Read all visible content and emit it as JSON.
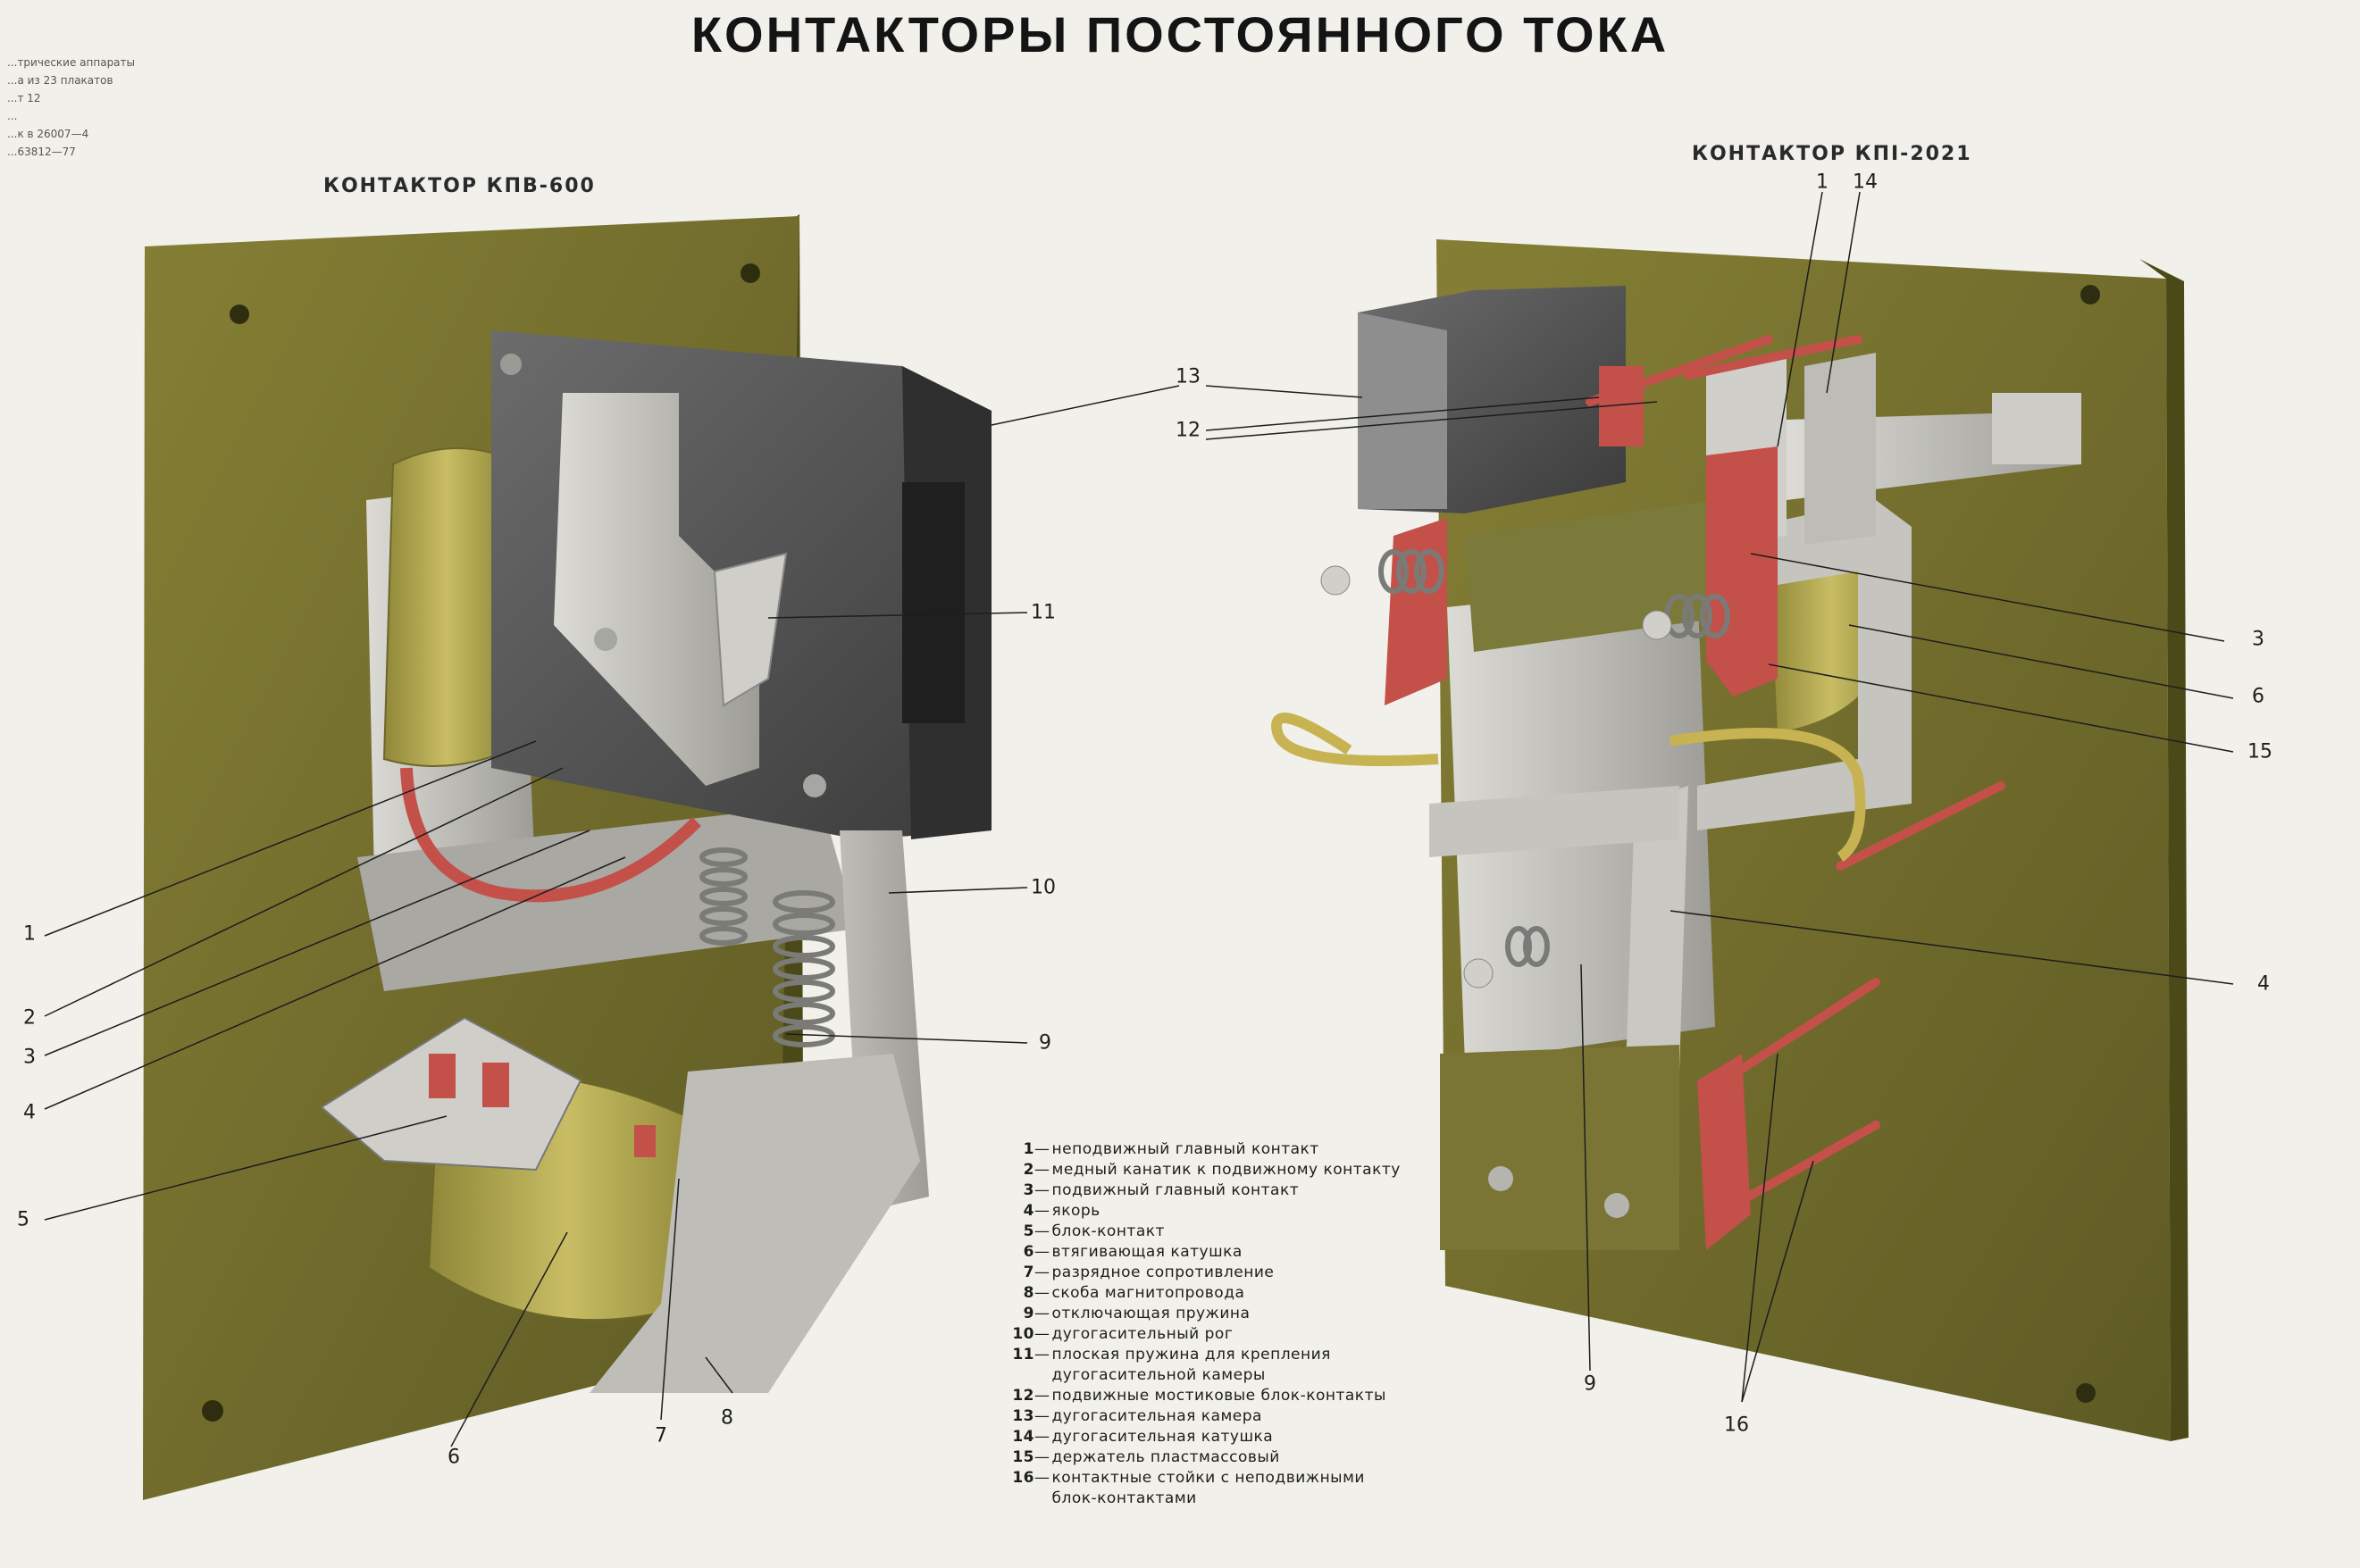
{
  "title": "КОНТАКТОРЫ ПОСТОЯННОГО ТОКА",
  "subtitles": {
    "left": "КОНТАКТОР КПВ-600",
    "right": "КОНТАКТОР КПІ-2021"
  },
  "corner_text": "...трические аппараты\n...а из 23 плакатов\n...т 12\n...\n...к в 26007—4\n...63812—77",
  "legend": [
    {
      "num": "1",
      "text": "неподвижный главный контакт"
    },
    {
      "num": "2",
      "text": "медный канатик к подвижному контакту"
    },
    {
      "num": "3",
      "text": "подвижный главный контакт"
    },
    {
      "num": "4",
      "text": "якорь"
    },
    {
      "num": "5",
      "text": "блок-контакт"
    },
    {
      "num": "6",
      "text": "втягивающая катушка"
    },
    {
      "num": "7",
      "text": "разрядное сопротивление"
    },
    {
      "num": "8",
      "text": "скоба магнитопровода"
    },
    {
      "num": "9",
      "text": "отключающая пружина"
    },
    {
      "num": "10",
      "text": "дугогасительный рог"
    },
    {
      "num": "11",
      "text": "плоская пружина для крепления дугогасительной камеры"
    },
    {
      "num": "12",
      "text": "подвижные мостиковые блок-контакты"
    },
    {
      "num": "13",
      "text": "дугогасительная камера"
    },
    {
      "num": "14",
      "text": "дугогасительная катушка"
    },
    {
      "num": "15",
      "text": "держатель пластмассовый"
    },
    {
      "num": "16",
      "text": "контактные стойки с неподвижными блок-контактами"
    }
  ],
  "callouts_left": {
    "c1": "1",
    "c2": "2",
    "c3": "3",
    "c4": "4",
    "c5": "5",
    "c6": "6",
    "c7": "7",
    "c8": "8",
    "c9": "9",
    "c10": "10",
    "c11": "11",
    "c12": "12",
    "c13": "13"
  },
  "callouts_right": {
    "c1": "1",
    "c14": "14",
    "c3": "3",
    "c6": "6",
    "c15": "15",
    "c4": "4",
    "c9": "9",
    "c16": "16"
  },
  "colors": {
    "paper": "#f1f0ea",
    "panel_olive": "#6f6a2c",
    "panel_edge": "#8c8640",
    "steel": "#bdbcb6",
    "dark_steel": "#555556",
    "copper_red": "#c4504a",
    "coil_yellow": "#b0a64c",
    "wire_yellow": "#c7b352"
  }
}
